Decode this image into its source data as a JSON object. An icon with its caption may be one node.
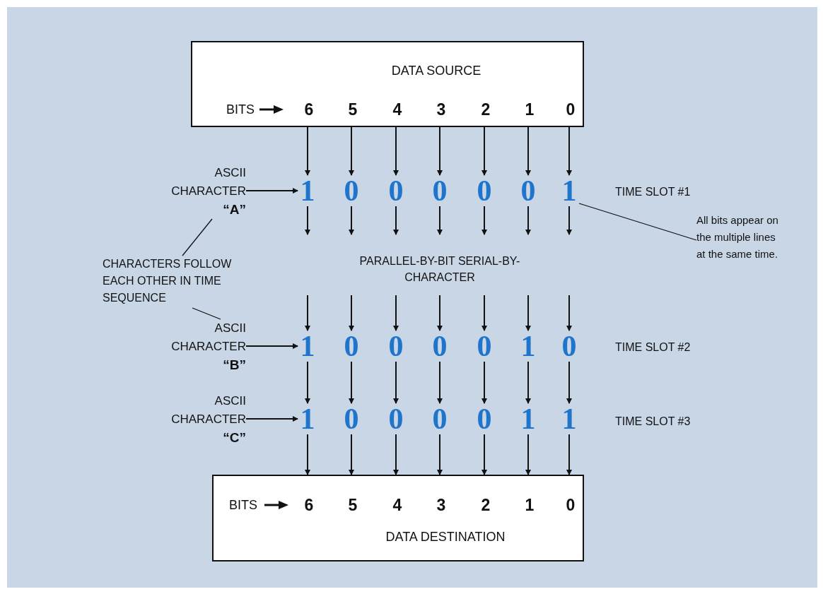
{
  "diagram": {
    "nodes": [
      {
        "text": [
          "DATA SOURCE",
          "BITS",
          "6",
          "5",
          "4",
          "3",
          "2",
          "1",
          "0"
        ]
      },
      {
        "text": [
          "ASCII CHARACTER **“A”**"
        ]
      },
      {
        "text": [
          "1"
        ]
      },
      {
        "text": [
          "0"
        ]
      },
      {
        "text": [
          "0"
        ]
      },
      {
        "text": [
          "0"
        ]
      },
      {
        "text": [
          "0"
        ]
      },
      {
        "text": [
          "0"
        ]
      },
      {
        "text": [
          "1"
        ]
      },
      {
        "text": [
          "All bits appear on the multiple lines at the same time."
        ]
      },
      {
        "text": [
          "CHARACTERS FOLLOW EACH OTHER IN TIME SEQUENCE"
        ]
      },
      {
        "text": [
          "ASCII CHARACTER **“B”**"
        ]
      },
      {
        "text": [
          "1"
        ]
      },
      {
        "text": [
          "0"
        ]
      },
      {
        "text": [
          "0"
        ]
      },
      {
        "text": [
          "0"
        ]
      },
      {
        "text": [
          "0"
        ]
      },
      {
        "text": [
          "1"
        ]
      },
      {
        "text": [
          "0"
        ]
      },
      {
        "text": [
          "ASCII CHARACTER **“C”**"
        ]
      },
      {
        "text": [
          "1"
        ]
      },
      {
        "text": [
          "0"
        ]
      },
      {
        "text": [
          "0"
        ]
      },
      {
        "text": [
          "0"
        ]
      },
      {
        "text": [
          "0"
        ]
      },
      {
        "text": [
          "1"
        ]
      },
      {
        "text": [
          "1"
        ]
      },
      {
        "text": [
          "BITS",
          "6",
          "5",
          "4",
          "3",
          "2",
          "1",
          "0",
          "DATA DESTINATION"
        ]
      }
    ],
    "edges": [
      {
        "from": 0,
        "to": 2,
        "arrow": "to"
      },
      {
        "from": 0,
        "to": 3,
        "arrow": "to"
      },
      {
        "from": 0,
        "to": 4,
        "arrow": "to"
      },
      {
        "from": 0,
        "to": 5,
        "arrow": "to"
      },
      {
        "from": 0,
        "to": 6,
        "arrow": "to"
      },
      {
        "from": 0,
        "to": 7,
        "arrow": "to"
      },
      {
        "from": 0,
        "to": 8,
        "arrow": "to"
      },
      {
        "from": 1,
        "to": 2,
        "arrow": "to"
      },
      {
        "from": 9,
        "to": 8,
        "arrow": "none"
      },
      {
        "from": 10,
        "to": 1,
        "arrow": "none"
      },
      {
        "from": 10,
        "to": 11,
        "arrow": "none"
      },
      {
        "from": 2,
        "to": null,
        "arrow": "to"
      },
      {
        "from": 3,
        "to": null,
        "arrow": "to"
      },
      {
        "from": 4,
        "to": null,
        "arrow": "to"
      },
      {
        "from": 5,
        "to": null,
        "arrow": "to"
      },
      {
        "from": 6,
        "to": null,
        "arrow": "to"
      },
      {
        "from": 7,
        "to": null,
        "arrow": "to"
      },
      {
        "from": 8,
        "to": null,
        "arrow": "to"
      },
      {
        "from": null,
        "to": 12,
        "arrow": "to"
      },
      {
        "from": null,
        "to": 13,
        "arrow": "to"
      },
      {
        "from": null,
        "to": 14,
        "arrow": "to"
      },
      {
        "from": null,
        "to": 15,
        "arrow": "to"
      },
      {
        "from": null,
        "to": 16,
        "arrow": "to"
      },
      {
        "from": null,
        "to": 17,
        "arrow": "to"
      },
      {
        "from": null,
        "to": 18,
        "arrow": "to"
      },
      {
        "from": 11,
        "to": 12,
        "arrow": "to"
      },
      {
        "from": 12,
        "to": 20,
        "arrow": "to"
      },
      {
        "from": 13,
        "to": 21,
        "arrow": "to"
      },
      {
        "from": 14,
        "to": 22,
        "arrow": "to"
      },
      {
        "from": 15,
        "to": 23,
        "arrow": "to"
      },
      {
        "from": 16,
        "to": 24,
        "arrow": "to"
      },
      {
        "from": 17,
        "to": 25,
        "arrow": "to"
      },
      {
        "from": 18,
        "to": 26,
        "arrow": "to"
      },
      {
        "from": 19,
        "to": 20,
        "arrow": "to"
      },
      {
        "from": 20,
        "to": 27,
        "arrow": "to"
      },
      {
        "from": 21,
        "to": 27,
        "arrow": "to"
      },
      {
        "from": 22,
        "to": 27,
        "arrow": "to"
      },
      {
        "from": 23,
        "to": 27,
        "arrow": "to"
      },
      {
        "from": 24,
        "to": 27,
        "arrow": "to"
      },
      {
        "from": 25,
        "to": 27,
        "arrow": "to"
      },
      {
        "from": 26,
        "to": 27,
        "arrow": "to"
      }
    ],
    "labels": [
      "TIME SLOT #1",
      "PARALLEL-BY-BIT SERIAL-BY-CHARACTER",
      "TIME SLOT #2",
      "TIME SLOT #3"
    ]
  }
}
